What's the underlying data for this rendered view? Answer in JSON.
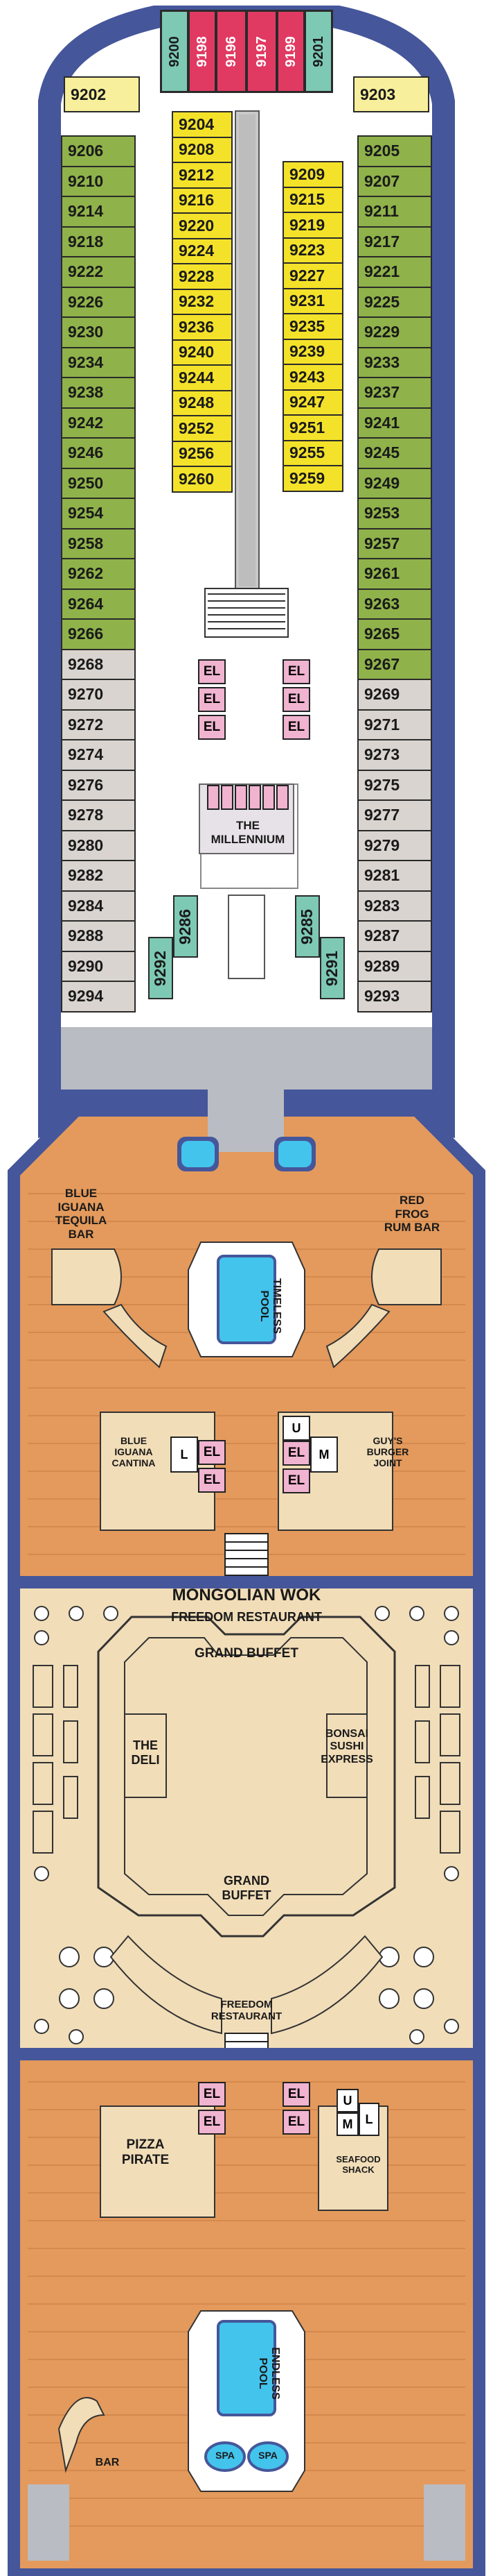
{
  "colors": {
    "hull_blue": "#45569a",
    "standard": "#8fb24a",
    "suite": "#f4e22a",
    "interior": "#d9d4cf",
    "special": "#7ec9b4",
    "deck_wood": "#e39a5c",
    "dining": "#f1ddb8",
    "pool": "#43c4ec",
    "elevator": "#f0b3d0"
  },
  "fore_cabins": {
    "top": [
      "9200",
      "9198",
      "9196",
      "9197",
      "9199",
      "9201"
    ],
    "corner_left": "9202",
    "corner_right": "9203"
  },
  "outer_left": [
    "9206",
    "9210",
    "9214",
    "9218",
    "9222",
    "9226",
    "9230",
    "9234",
    "9238",
    "9242",
    "9246",
    "9250",
    "9254",
    "9258",
    "9262",
    "9264",
    "9266",
    "9268",
    "9270",
    "9272",
    "9274",
    "9276",
    "9278",
    "9280",
    "9282",
    "9284",
    "9288",
    "9290",
    "9294"
  ],
  "outer_right": [
    "9205",
    "9207",
    "9211",
    "9217",
    "9221",
    "9225",
    "9229",
    "9233",
    "9237",
    "9241",
    "9245",
    "9249",
    "9253",
    "9257",
    "9261",
    "9263",
    "9265",
    "9267",
    "9269",
    "9271",
    "9273",
    "9275",
    "9277",
    "9279",
    "9281",
    "9283",
    "9287",
    "9289",
    "9293"
  ],
  "inner_left": [
    "9204",
    "9208",
    "9212",
    "9216",
    "9220",
    "9224",
    "9228",
    "9232",
    "9236",
    "9240",
    "9244",
    "9248",
    "9252",
    "9256",
    "9260"
  ],
  "inner_right": [
    "9209",
    "9215",
    "9219",
    "9223",
    "9227",
    "9231",
    "9235",
    "9239",
    "9243",
    "9247",
    "9251",
    "9255",
    "9259"
  ],
  "special_cabins": [
    "9286",
    "9292",
    "9285",
    "9291"
  ],
  "elevator_label": "EL",
  "toilets": {
    "l": "L",
    "u": "U",
    "m": "M"
  },
  "venues": {
    "millennium": "THE MILLENNIUM",
    "blue_iguana_bar": "BLUE\nIGUANA\nTEQUILA\nBAR",
    "red_frog": "RED\nFROG\nRUM BAR",
    "timeless_pool": "TIMELESS\nPOOL",
    "blue_iguana_cantina": "BLUE\nIGUANA\nCANTINA",
    "guys_burger": "GUY'S\nBURGER\nJOINT",
    "mongolian_wok": "MONGOLIAN WOK",
    "freedom_restaurant_top": "FREEDOM RESTAURANT",
    "grand_buffet_top": "GRAND BUFFET",
    "the_deli": "THE\nDELI",
    "bonsai": "BONSAI\nSUSHI\nEXPRESS",
    "grand_buffet_bottom": "GRAND\nBUFFET",
    "freedom_restaurant_bottom": "FREEDOM\nRESTAURANT",
    "pizza_pirate": "PIZZA\nPIRATE",
    "seafood_shack": "SEAFOOD\nSHACK",
    "endless_pool": "ENDLESS\nPOOL",
    "spa": "SPA",
    "bar": "BAR"
  }
}
